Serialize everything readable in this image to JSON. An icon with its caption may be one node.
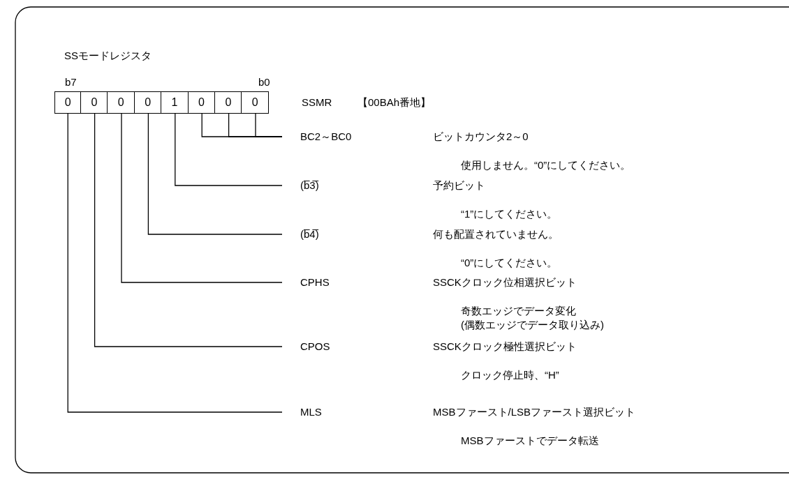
{
  "diagram": {
    "title": "SSモードレジスタ",
    "nodes": [
      {
        "text": [
          "0"
        ]
      },
      {
        "text": [
          "0"
        ]
      },
      {
        "text": [
          "0"
        ]
      },
      {
        "text": [
          "0"
        ]
      },
      {
        "text": [
          "1"
        ]
      },
      {
        "text": [
          "0"
        ]
      },
      {
        "text": [
          "0"
        ]
      },
      {
        "text": [
          "0"
        ]
      },
      {
        "text": [
          "BC2～BC0"
        ],
        "beside": [
          "ビットカウンタ2～0",
          "使用しません。“0”にしてください。"
        ]
      },
      {
        "text": [
          "(b̅3̅)"
        ],
        "beside": [
          "予約ビット",
          "“1”にしてください。"
        ]
      },
      {
        "text": [
          "(b̅4̅)"
        ],
        "beside": [
          "何も配置されていません。",
          "“0”にしてください。"
        ]
      },
      {
        "text": [
          "CPHS"
        ],
        "beside": [
          "SSCKクロック位相選択ビット",
          "奇数エッジでデータ変化",
          "(偶数エッジでデータ取り込み)"
        ]
      },
      {
        "text": [
          "CPOS"
        ],
        "beside": [
          "SSCKクロック極性選択ビット",
          "クロック停止時、“H”"
        ]
      },
      {
        "text": [
          "MLS"
        ],
        "beside": [
          "MSBファースト/LSBファースト選択ビット",
          "MSBファーストでデータ転送"
        ]
      }
    ],
    "edges": [
      {
        "from": 5,
        "to": 8,
        "arrow": "none"
      },
      {
        "from": 6,
        "to": 8,
        "arrow": "none"
      },
      {
        "from": 7,
        "to": 8,
        "arrow": "none"
      },
      {
        "from": 4,
        "to": 9,
        "arrow": "none"
      },
      {
        "from": 3,
        "to": 10,
        "arrow": "none"
      },
      {
        "from": 2,
        "to": 11,
        "arrow": "none"
      },
      {
        "from": 1,
        "to": 12,
        "arrow": "none"
      },
      {
        "from": 0,
        "to": 13,
        "arrow": "none"
      }
    ],
    "labels": [
      "b7",
      "b0",
      "SSMR",
      "【00BAh番地】"
    ]
  }
}
